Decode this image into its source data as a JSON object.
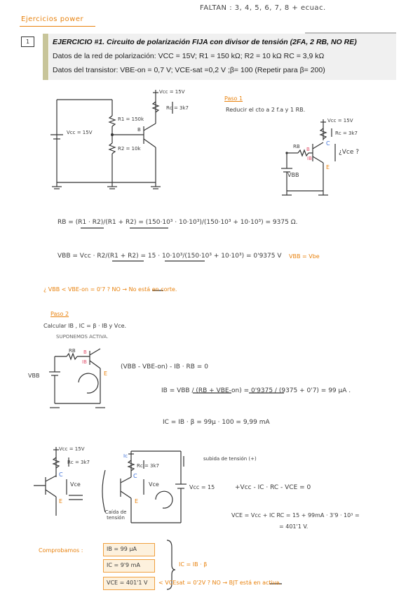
{
  "header": {
    "top_note": "FALTAN : 3, 4, 5, 6, 7, 8 + ecuac.",
    "section_title": "Ejercicios power",
    "exercise_number": "1"
  },
  "problem": {
    "title": "EJERCICIO #1. Circuito de polarización FIJA con divisor de tensión (2FA, 2 RB, NO RE)",
    "line1": "Datos de la red de polarización: VCC = 15V; R1 = 150 kΩ; R2 = 10 kΩ RC = 3,9 kΩ",
    "line2": "Datos del transistor: VBE-on = 0,7 V; VCE-sat =0,2 V ;β= 100 (Repetir para β= 200)"
  },
  "circuit1": {
    "vcc_top": "Vcc = 15V",
    "rc": "Rc = 3k7",
    "r1": "R1 = 150k",
    "r2": "R2 = 10k",
    "vcc_source": "Vcc = 15V",
    "base": "B"
  },
  "paso1": {
    "label": "Paso 1",
    "text": "Reducir el cto a 2 f.a y 1 RB.",
    "vcc": "Vcc = 15V",
    "rc": "Rc = 3k7",
    "rb": "RB",
    "b": "B",
    "ib": "IB",
    "c": "C",
    "e": "E",
    "vce_q": "¿Vce ?",
    "vbb": "VBB",
    "rb_eq": "RB = (R1 · R2)/(R1 + R2) = (150·10³ · 10·10³)/(150·10³ + 10·10³) = 9375 Ω.",
    "vbb_eq": "VBB = Vcc · R2/(R1 + R2) = 15 · 10·10³/(150·10³ + 10·10³) = 0'9375 V",
    "vbb_note": "VBB = Vbe",
    "check": "¿ VBB < VBE-on = 0'7 ?  NO → No está en corte."
  },
  "paso2": {
    "label": "Paso 2",
    "text": "Calcular IB , IC = β · IB y Vce.",
    "suponemos": "SUPONEMOS ACTIVA.",
    "rb": "RB",
    "b": "B",
    "ib": "IB",
    "e": "E",
    "vbb": "VBB",
    "kvl": "(VBB - VBE-on) - IB · RB = 0",
    "ib_eq": "IB = VBB / (RB + VBE-on) = 0'9375 / (9375 + 0'7) = 99 µA .",
    "ic_eq": "IC = IB · β = 99µ · 100 = 9,99 mA"
  },
  "paso3": {
    "vcc": "Vcc = 15V",
    "rc": "Rc = 3k7",
    "c": "C",
    "vce": "Vce",
    "e": "E",
    "ic": "Ic",
    "caida": "Caída de tensión",
    "subida": "subida de tensión (+)",
    "vcc15": "Vcc = 15",
    "kvl": "+Vcc - IC · RC - VCE = 0",
    "vce_eq": "VCE = Vcc + IC RC = 15 + 99mA · 3'9 · 10³ =",
    "vce_res": "= 401'1 V."
  },
  "summary": {
    "label": "Comprobamos :",
    "ib": "IB = 99 µA",
    "ic": "IC = 9'9 mA",
    "vce": "VCE = 401'1 V",
    "rel": "IC = IB · β",
    "check": "< VCEsat = 0'2V ?  NO → BJT está en activa."
  }
}
